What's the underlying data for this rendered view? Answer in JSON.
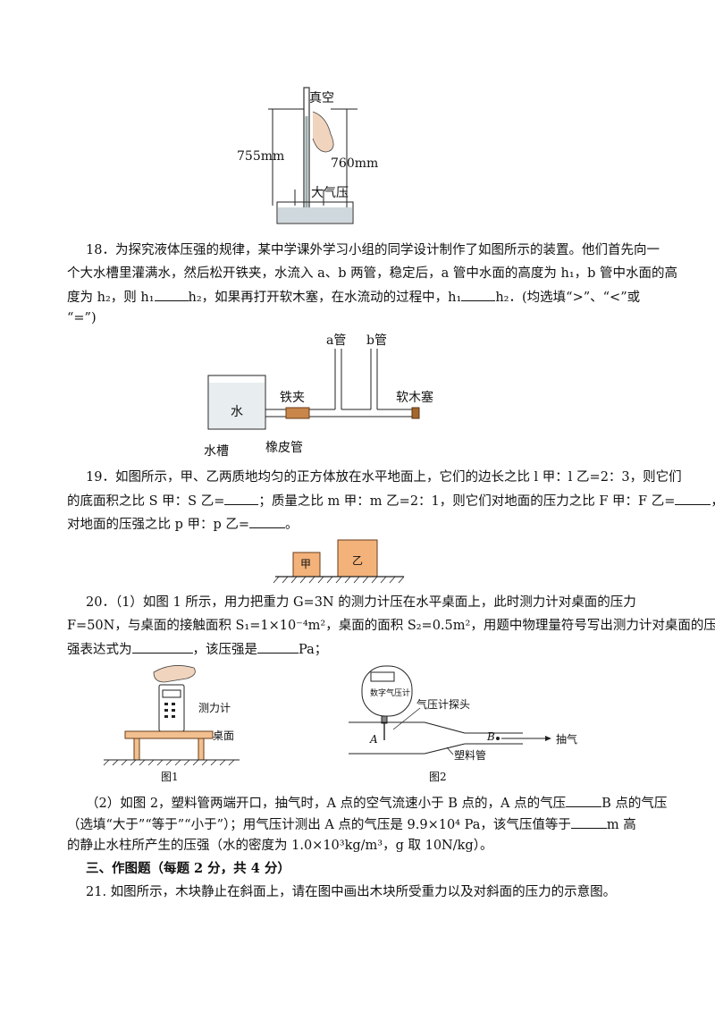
{
  "fig_barometer": {
    "vacuum": "真空",
    "h755": "755mm",
    "h760": "760mm",
    "atm": "大气压"
  },
  "q18": {
    "l1": "18．为探究液体压强的规律，某中学课外学习小组的同学设计制作了如图所示的装置。他们首先向一",
    "l2": "个大水槽里灌满水，然后松开铁夹，水流入 a、b 两管，稳定后，a 管中水面的高度为 h₁，b 管中水面的高",
    "l3a": "度为 h₂，则 h₁",
    "l3b": "h₂，如果再打开软木塞，在水流动的过程中，h₁",
    "l3c": "h₂．(均选填“>”、“<”或",
    "l4": "“=”)"
  },
  "fig_tubes": {
    "a": "a管",
    "b": "b管",
    "water": "水",
    "clamp": "铁夹",
    "cork": "软木塞",
    "tank": "水槽",
    "hose": "橡皮管"
  },
  "q19": {
    "l1": "19．如图所示，甲、乙两质地均匀的正方体放在水平地面上，它们的边长之比 l 甲：l 乙=2：3，则它们",
    "l2a": "的底面积之比 S 甲：S 乙=",
    "l2b": "；质量之比 m 甲：m 乙=2：1，则它们对地面的压力之比 F 甲：F 乙=",
    "l3a": "对地面的压强之比 p 甲：p 乙=",
    "l3b": "。"
  },
  "fig_cubes": {
    "jia": "甲",
    "yi": "乙"
  },
  "q20": {
    "l1": "20．（1）如图 1 所示，用力把重力 G=3N 的测力计压在水平桌面上，此时测力计对桌面的压力",
    "l2": "F=50N，与桌面的接触面积 S₁=1×10⁻⁴m²，桌面的面积 S₂=0.5m²，用题中物理量符号写出测力计对桌面的压",
    "l3a": "强表达式为",
    "l3b": "，该压强是",
    "l3c": "Pa；",
    "l4a": "（2）如图 2，塑料管两端开口，抽气时，A 点的空气流速小于 B 点的，A 点的气压",
    "l4b": "B 点的气压",
    "l5a": "（选填“大于”“等于”“小于”）；用气压计测出 A 点的气压是 9.9×10⁴ Pa，该气压值等于",
    "l5b": "m 高",
    "l6": "的静止水柱所产生的压强（水的密度为 1.0×10³kg/m³，g 取 10N/kg）。"
  },
  "fig1": {
    "gauge": "测力计",
    "desk": "桌面",
    "caption": "图1"
  },
  "fig2": {
    "meter": "数字气压计",
    "probe": "气压计探头",
    "a": "A",
    "b": "B",
    "pump": "抽气",
    "tube": "塑料管",
    "caption": "图2"
  },
  "section3": {
    "title": "三、作图题（每题 2 分，共 4 分）"
  },
  "q21": {
    "text": "21. 如图所示，木块静止在斜面上，请在图中画出木块所受重力以及对斜面的压力的示意图。"
  }
}
